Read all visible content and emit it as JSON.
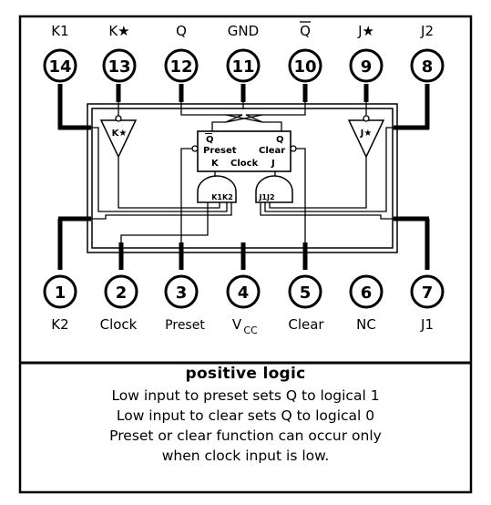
{
  "pins_top": [
    {
      "number": "14",
      "label": "K1"
    },
    {
      "number": "13",
      "label": "K★"
    },
    {
      "number": "12",
      "label": "Q"
    },
    {
      "number": "11",
      "label": "GND"
    },
    {
      "number": "10",
      "label": "Q"
    },
    {
      "number": "9",
      "label": "J★"
    },
    {
      "number": "8",
      "label": "J2"
    }
  ],
  "pins_bottom": [
    {
      "number": "1",
      "label": "K2"
    },
    {
      "number": "2",
      "label": "Clock"
    },
    {
      "number": "3",
      "label": "Preset"
    },
    {
      "number": "4",
      "label": "V",
      "label_sub": "CC"
    },
    {
      "number": "5",
      "label": "Clear"
    },
    {
      "number": "6",
      "label": "NC"
    },
    {
      "number": "7",
      "label": "J1"
    }
  ],
  "flipflop": {
    "qbar": "Q",
    "q": "Q",
    "preset": "Preset",
    "clear": "Clear",
    "k": "K",
    "clock": "Clock",
    "j": "J"
  },
  "gates": {
    "left_buffer": "K★",
    "right_buffer": "J★",
    "left_and": "K1K2",
    "right_and": "J1J2"
  },
  "info": {
    "title": "positive  logic",
    "lines": [
      "Low input to preset sets Q to logical 1",
      "Low input to clear sets Q to logical 0",
      "Preset or clear function can occur only",
      "when clock input is low."
    ]
  }
}
